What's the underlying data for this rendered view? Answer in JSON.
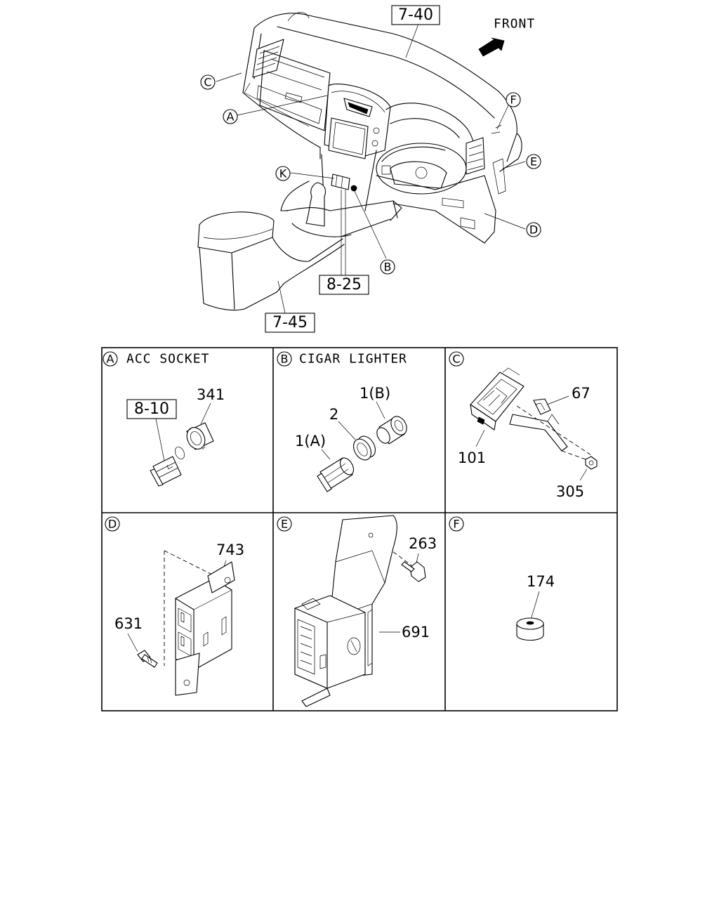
{
  "overview": {
    "front_label": "FRONT",
    "refs": {
      "dash_panel": "7-40",
      "console_lead": "8-25",
      "console": "7-45"
    },
    "callouts": {
      "a": "A",
      "b": "B",
      "c": "C",
      "d": "D",
      "e": "E",
      "f": "F",
      "k": "K"
    }
  },
  "panels": {
    "a": {
      "circle": "A",
      "title": "ACC SOCKET",
      "ref": "8-10",
      "parts": {
        "socket": "341"
      }
    },
    "b": {
      "circle": "B",
      "title": "CIGAR LIGHTER",
      "parts": {
        "body_a": "1(A)",
        "ring": "2",
        "element_b": "1(B)"
      }
    },
    "c": {
      "circle": "C",
      "title": "",
      "parts": {
        "bracket": "67",
        "unit": "101",
        "nut": "305"
      }
    },
    "d": {
      "circle": "D",
      "title": "",
      "parts": {
        "module": "743",
        "bolt": "631"
      }
    },
    "e": {
      "circle": "E",
      "title": "",
      "parts": {
        "bolt": "263",
        "module": "691"
      }
    },
    "f": {
      "circle": "F",
      "title": "",
      "parts": {
        "pad": "174"
      }
    }
  }
}
